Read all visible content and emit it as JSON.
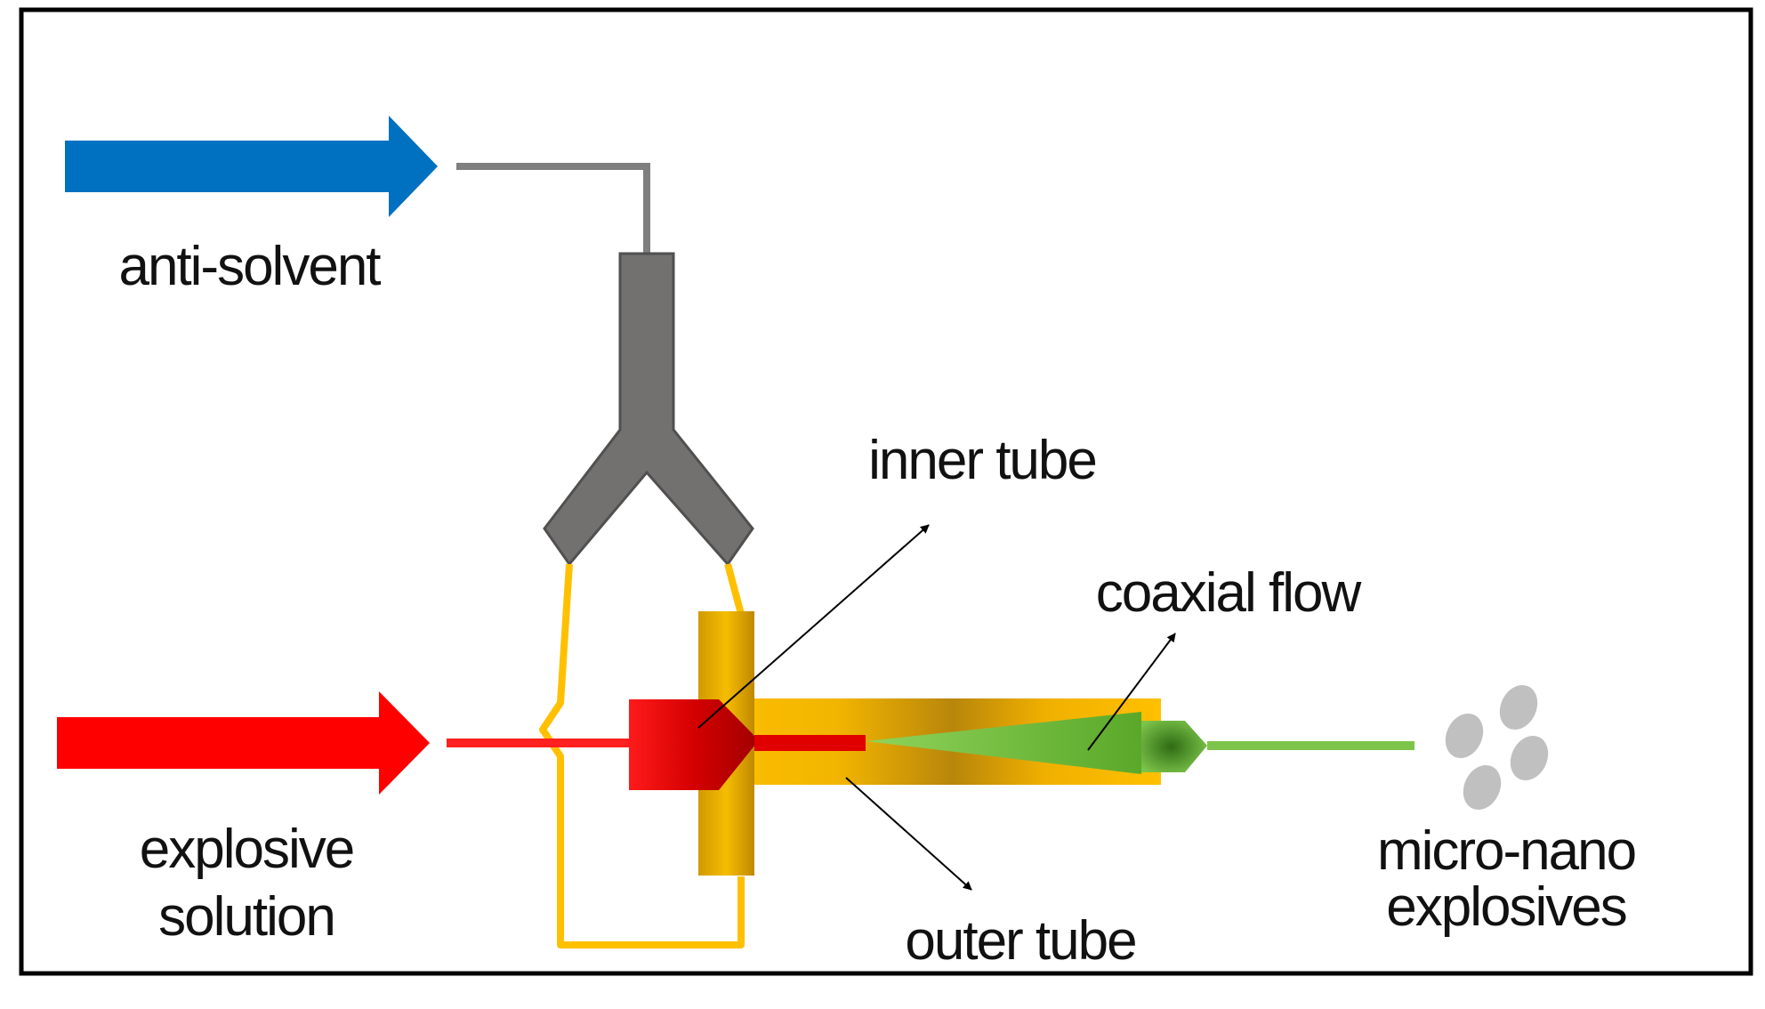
{
  "labels": {
    "anti_solvent": "anti-solvent",
    "explosive_line1": "explosive",
    "explosive_line2": "solution",
    "inner_tube": "inner tube",
    "coaxial_flow": "coaxial flow",
    "outer_tube": "outer tube",
    "product_line1": "micro-nano",
    "product_line2": "explosives"
  },
  "colors": {
    "anti_solvent_arrow": "#0070c0",
    "explosive_arrow": "#ff0000",
    "y_connector": "#737070",
    "outer_tube": "#ffc000",
    "outer_tube_dark": "#b8860b",
    "inner_tube": "#e00000",
    "coaxial_flow": "#6cbf3a",
    "particles": "#c0c0c0",
    "frame": "#000000"
  }
}
